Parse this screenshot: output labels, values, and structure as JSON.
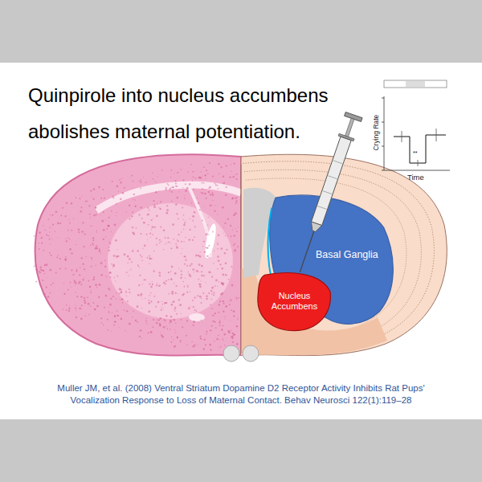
{
  "diagram": {
    "title": "Quinpirole into nucleus accumbens abolishes maternal potentiation.",
    "caption": "Muller JM, et al. (2008) Ventral Striatum Dopamine D2 Receptor Activity Inhibits Rat Pups' Vocalization Response to Loss of Maternal Contact. Behav Neurosci 122(1):119–28",
    "nodes": [
      {
        "text": [
          "Basal Ganglia"
        ]
      },
      {
        "text": [
          "Nucleus Accumbens"
        ]
      }
    ],
    "labels": [
      "Crying Rate",
      "Time",
      "**"
    ]
  }
}
